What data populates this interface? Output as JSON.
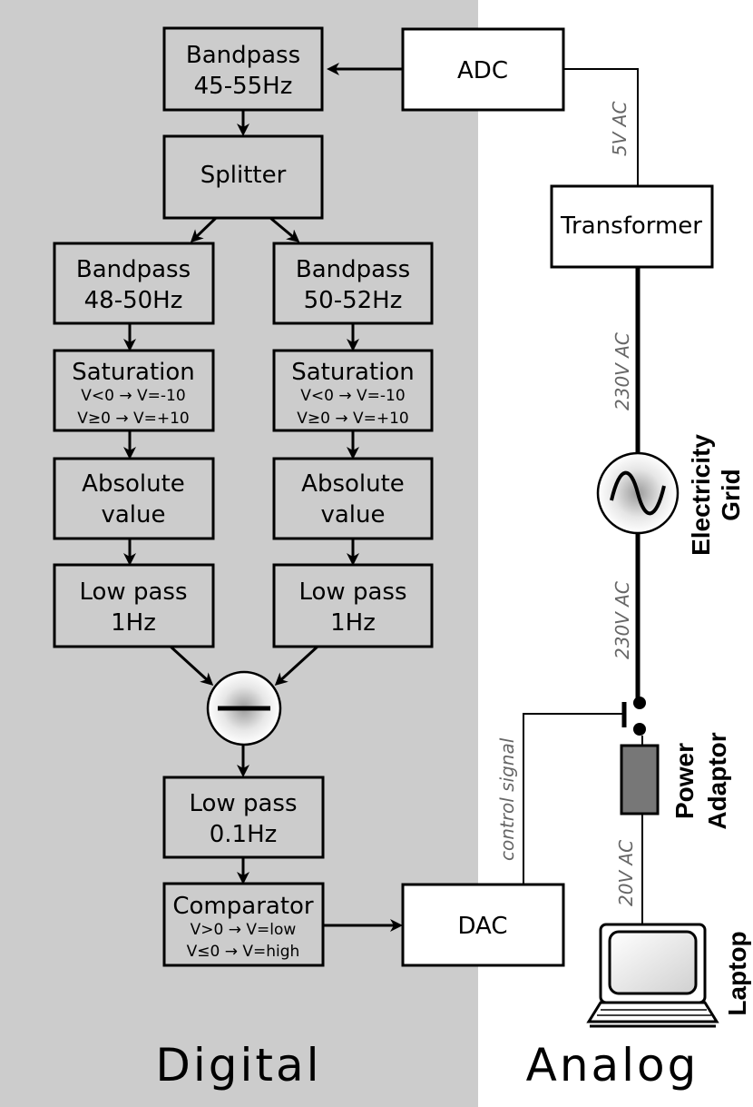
{
  "sections": {
    "digital": "Digital",
    "analog": "Analog"
  },
  "digital_blocks": {
    "bandpass_main": [
      "Bandpass",
      "45-55Hz"
    ],
    "splitter": "Splitter",
    "bandpass_left": [
      "Bandpass",
      "48-50Hz"
    ],
    "bandpass_right": [
      "Bandpass",
      "50-52Hz"
    ],
    "saturation_left": {
      "title": "Saturation",
      "rule1": "V<0 → V=-10",
      "rule2": "V≥0 → V=+10"
    },
    "saturation_right": {
      "title": "Saturation",
      "rule1": "V<0 → V=-10",
      "rule2": "V≥0 → V=+10"
    },
    "absolute_left": [
      "Absolute",
      "value"
    ],
    "absolute_right": [
      "Absolute",
      "value"
    ],
    "lowpass_left": [
      "Low pass",
      "1Hz"
    ],
    "lowpass_right": [
      "Low pass",
      "1Hz"
    ],
    "lowpass_final": [
      "Low pass",
      "0.1Hz"
    ],
    "comparator": {
      "title": "Comparator",
      "rule1": "V>0 → V=low",
      "rule2": "V≤0 → V=high"
    }
  },
  "analog_blocks": {
    "adc": "ADC",
    "dac": "DAC",
    "transformer": "Transformer",
    "grid": [
      "Electricity",
      "Grid"
    ],
    "adaptor": [
      "Power",
      "Adaptor"
    ],
    "laptop": "Laptop"
  },
  "wire_labels": {
    "v5": "5V AC",
    "v230_top": "230V AC",
    "v230_bottom": "230V AC",
    "v20": "20V AC",
    "control": "control signal"
  },
  "colors": {
    "digital_bg": "#cccccc",
    "analog_bg": "#ffffff",
    "voltage_label": "#666666",
    "adaptor_fill": "#777777"
  },
  "icons": {
    "subtractor": "minus-circle-icon",
    "grid_source": "ac-sine-icon",
    "laptop": "laptop-icon",
    "adaptor": "power-adaptor-icon"
  }
}
